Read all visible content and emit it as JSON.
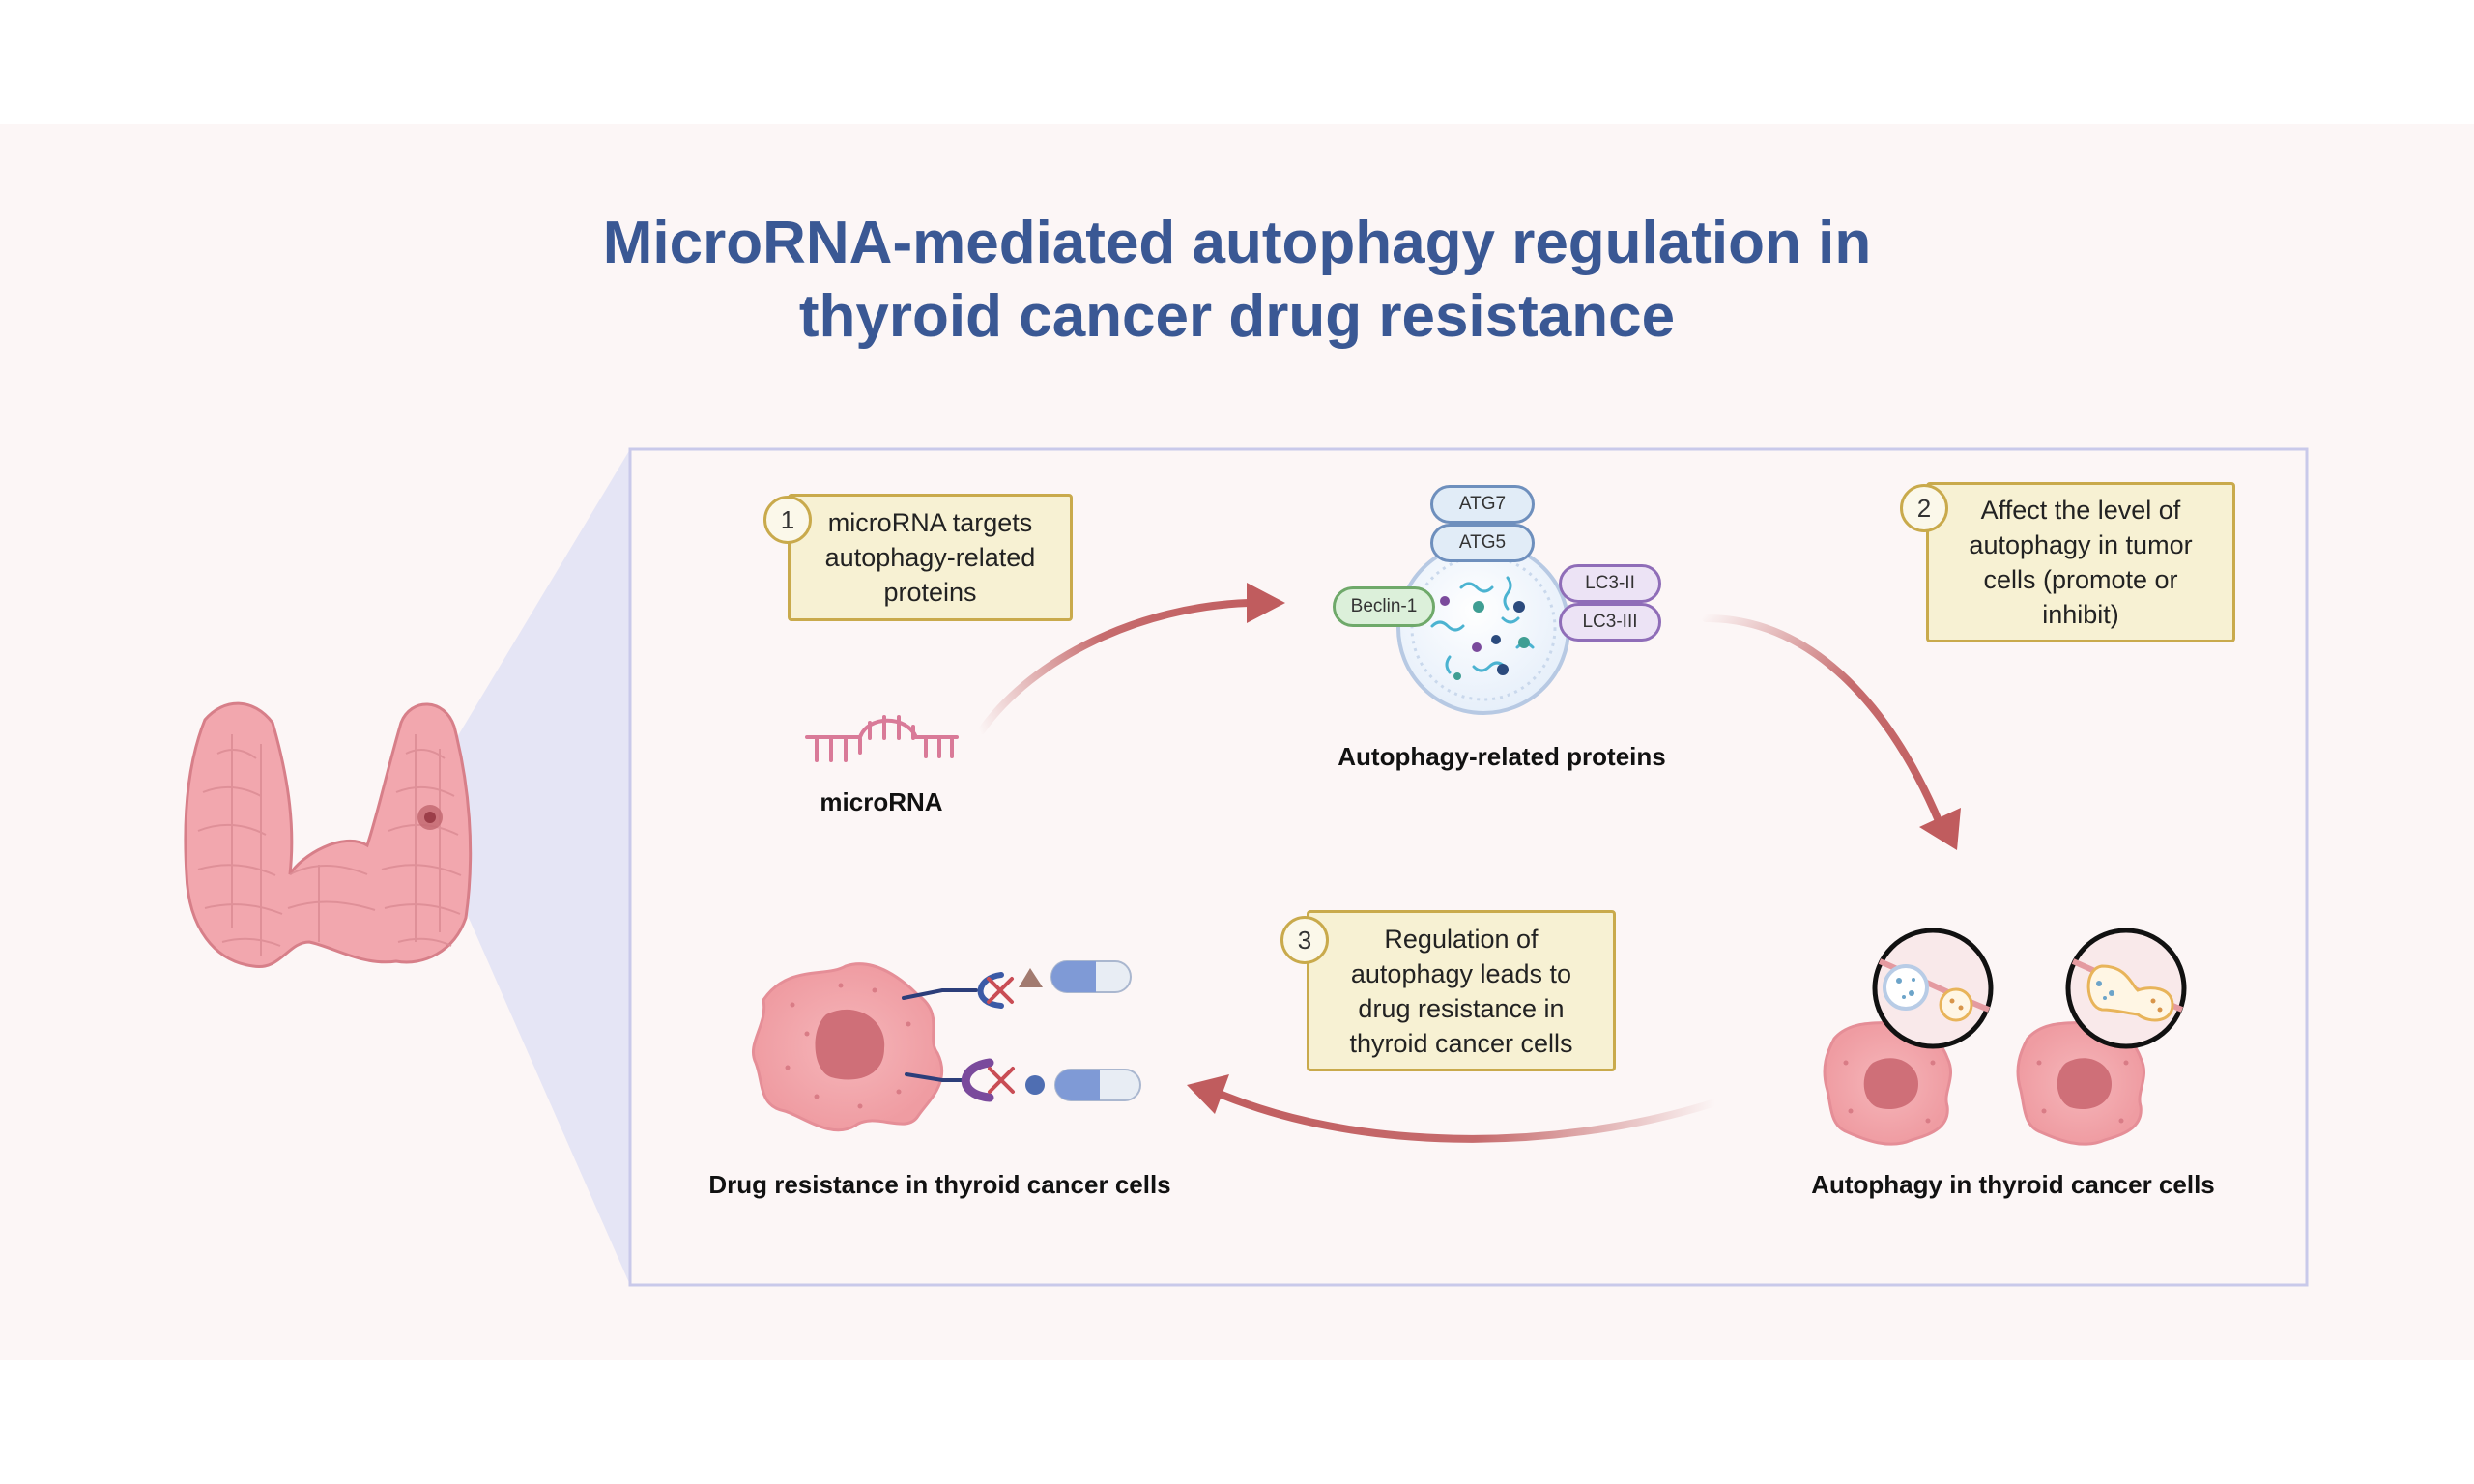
{
  "title": {
    "line1": "MicroRNA-mediated autophagy regulation in",
    "line2": "thyroid cancer drug resistance"
  },
  "labels": {
    "microrna": "microRNA",
    "autophagy_proteins": "Autophagy-related proteins",
    "autophagy_cells": "Autophagy in thyroid cancer cells",
    "drug_resistance": "Drug resistance in thyroid cancer cells"
  },
  "proteins": {
    "atg7": "ATG7",
    "atg5": "ATG5",
    "beclin": "Beclin-1",
    "lc3ii": "LC3-II",
    "lc3iii": "LC3-III"
  },
  "steps": [
    {
      "number": "1",
      "text": "microRNA targets\nautophagy-related\nproteins"
    },
    {
      "number": "2",
      "text": "Affect the level of\nautophagy in tumor\ncells (promote or\ninhibit)"
    },
    {
      "number": "3",
      "text": "Regulation of\nautophagy leads to\ndrug resistance in\nthyroid cancer cells"
    }
  ],
  "colors": {
    "title": "#3a5894",
    "arrow": "#c05c5e",
    "note_fill": "#f7f1d3",
    "note_border": "#c9aa4c",
    "tissue": "#f2a7ae",
    "frame": "#c9c9ea"
  },
  "icons": [
    "thyroid-gland-icon",
    "microrna-icon",
    "autophagosome-icon",
    "cancer-cell-icon",
    "drug-capsule-icon",
    "receptor-icon"
  ]
}
